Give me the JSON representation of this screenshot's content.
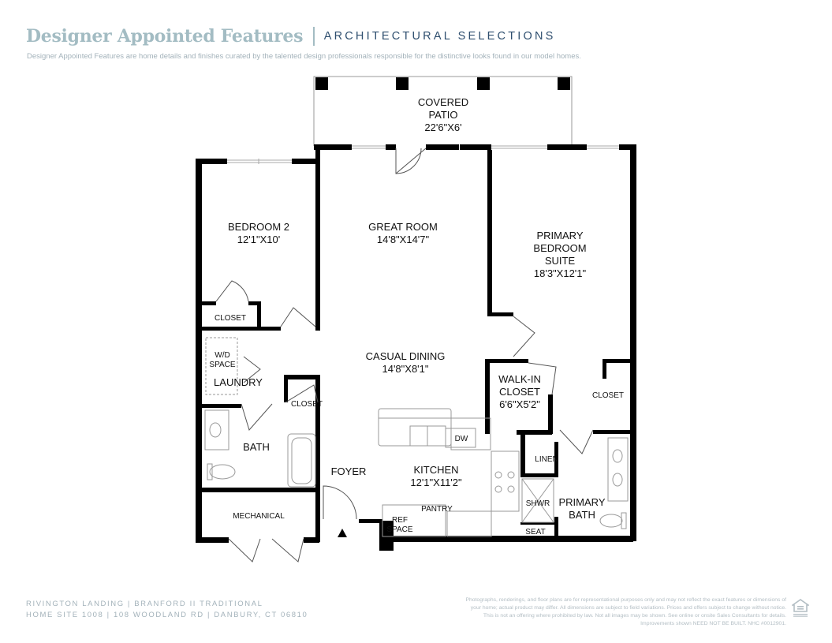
{
  "header": {
    "title": "Designer Appointed Features",
    "subtitle": "ARCHITECTURAL SELECTIONS",
    "description": "Designer Appointed Features are home details and finishes curated by the talented design professionals responsible for the distinctive looks found in our model homes."
  },
  "rooms": {
    "patio": {
      "line1": "COVERED",
      "line2": "PATIO",
      "dims": "22'6\"X6'"
    },
    "bedroom2": {
      "name": "BEDROOM 2",
      "dims": "12'1\"X10'"
    },
    "great_room": {
      "name": "GREAT ROOM",
      "dims": "14'8\"X14'7\""
    },
    "primary_suite": {
      "line1": "PRIMARY",
      "line2": "BEDROOM",
      "line3": "SUITE",
      "dims": "18'3\"X12'1\""
    },
    "closet_bed2": "CLOSET",
    "wd_space": {
      "line1": "W/D",
      "line2": "SPACE"
    },
    "laundry": "LAUNDRY",
    "casual_dining": {
      "name": "CASUAL DINING",
      "dims": "14'8\"X8'1\""
    },
    "walkin_closet": {
      "line1": "WALK-IN",
      "line2": "CLOSET",
      "dims": "6'6\"X5'2\""
    },
    "closet_primary": "CLOSET",
    "closet_foyer": "CLOSET",
    "dw": "DW",
    "bath": "BATH",
    "foyer": "FOYER",
    "kitchen": {
      "name": "KITCHEN",
      "dims": "12'1\"X11'2\""
    },
    "linen": "LINEN",
    "pantry": "PANTRY",
    "ref_space": {
      "line1": "REF",
      "line2": "SPACE"
    },
    "shwr": "SHWR",
    "seat": "SEAT",
    "primary_bath": {
      "line1": "PRIMARY",
      "line2": "BATH"
    },
    "mechanical": "MECHANICAL"
  },
  "footer": {
    "line1": "RIVINGTON LANDING  |  BRANFORD II TRADITIONAL",
    "line2": "HOME SITE 1008  |  108 WOODLAND RD  |  DANBURY, CT 06810",
    "disclaimer1": "Photographs, renderings, and floor plans are for representational purposes only and may not reflect the exact features or dimensions of",
    "disclaimer2": "your home; actual product may differ. All dimensions are subject to field variations. Prices and offers subject to change without notice.",
    "disclaimer3": "This is not an offering where prohibited by law. Not all images may be shown. See online or onsite Sales Consultants for details.",
    "disclaimer4": "Improvements shown NEED NOT BE BUILT. NHC #0012901."
  }
}
